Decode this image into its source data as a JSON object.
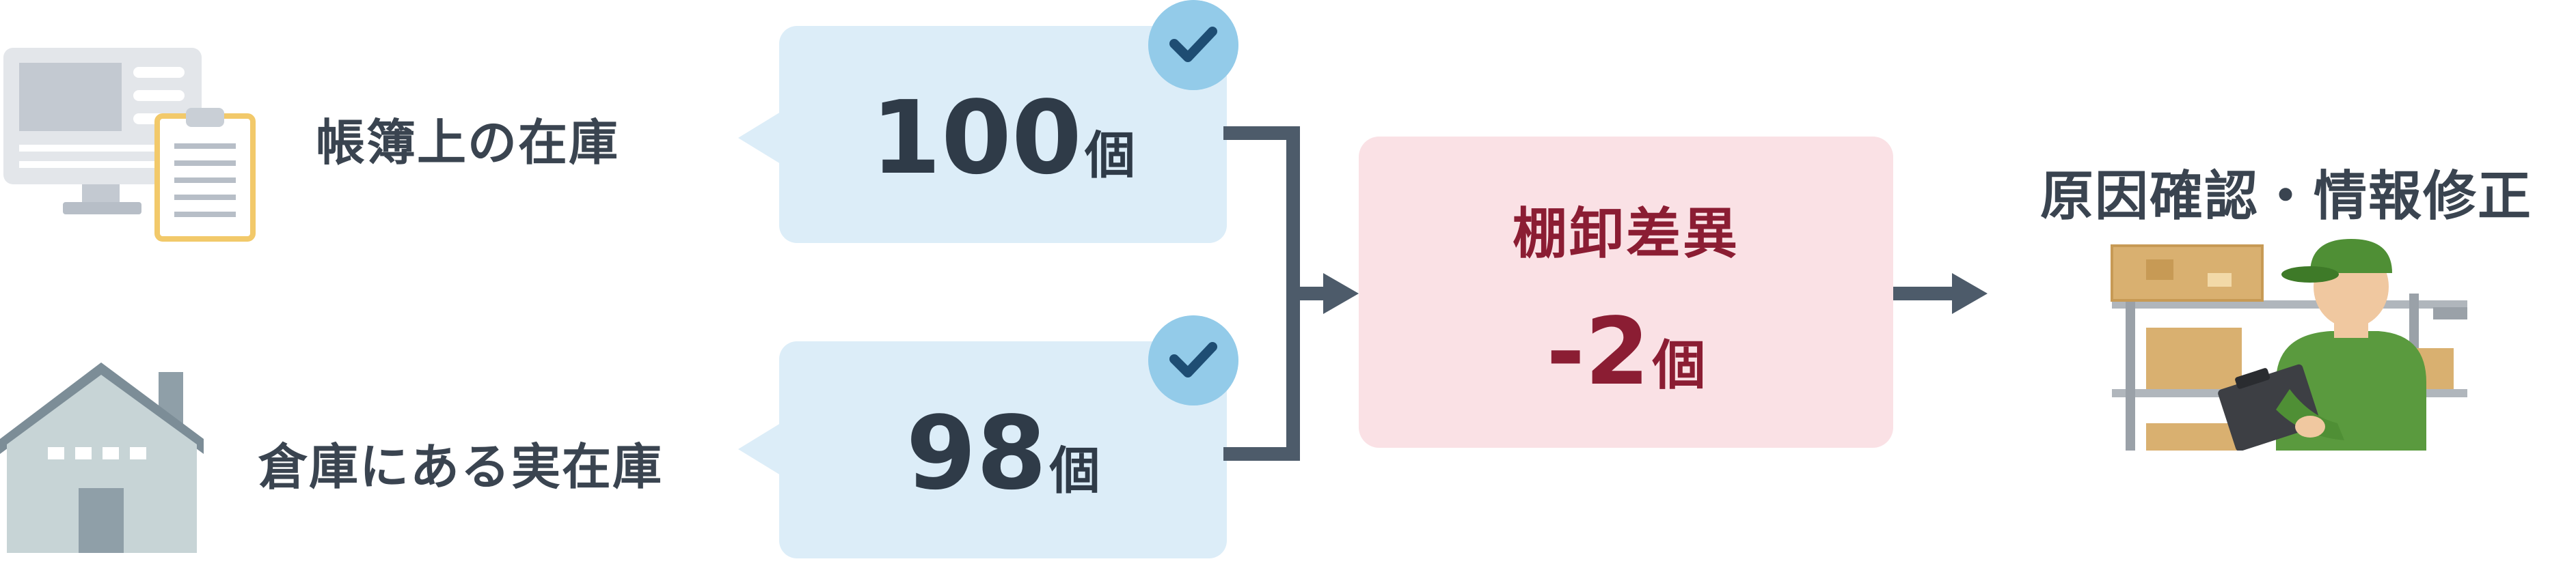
{
  "book": {
    "label": "帳簿上の在庫",
    "value": "100",
    "unit": "個"
  },
  "actual": {
    "label": "倉庫にある実在庫",
    "value": "98",
    "unit": "個"
  },
  "difference": {
    "title": "棚卸差異",
    "value": "-2",
    "unit": "個"
  },
  "action": {
    "label": "原因確認・情報修正"
  },
  "icons": [
    "computer-icon",
    "clipboard-icon",
    "warehouse-icon",
    "check-icon",
    "worker-icon"
  ],
  "colors": {
    "bubble": "#dcedf8",
    "check": "#93cbe9",
    "connector": "#4d5b6a",
    "result_bg": "#fae1e5",
    "result_text": "#8b1d33",
    "text": "#3a4450"
  }
}
